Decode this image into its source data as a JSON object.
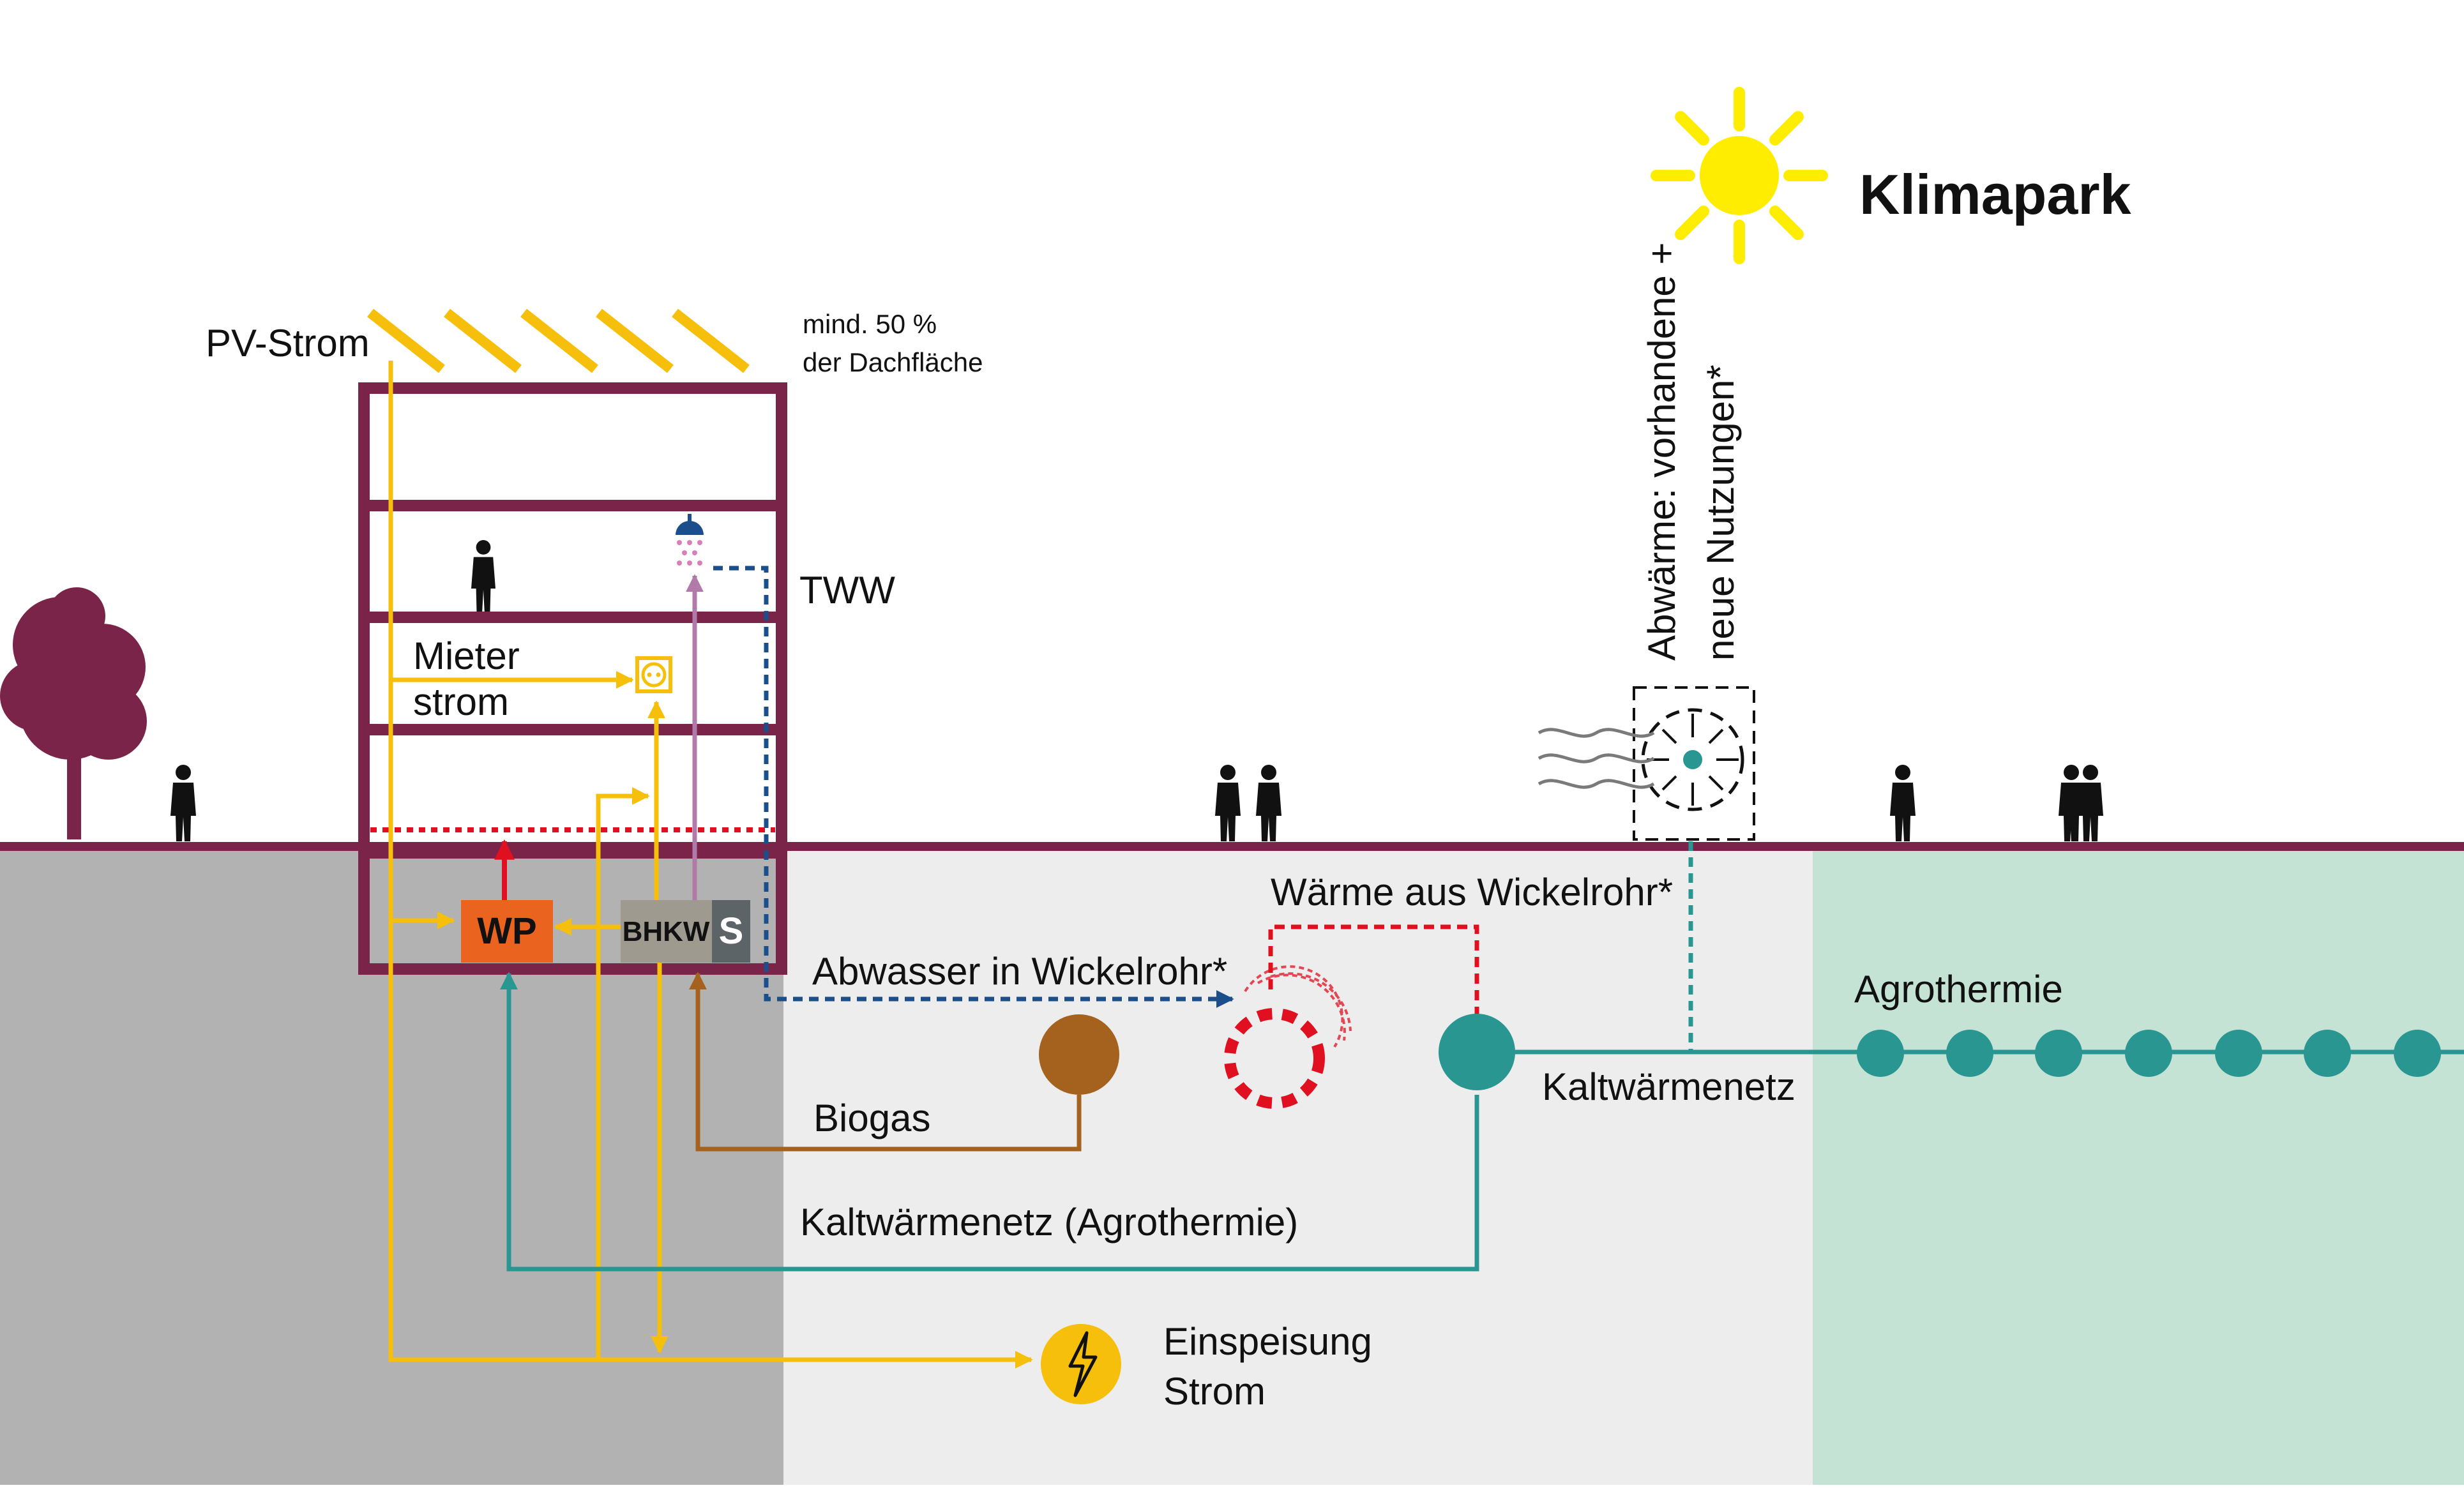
{
  "title": "Klimapark",
  "labels": {
    "pv_strom": "PV-Strom",
    "roof_note_1": "mind. 50 %",
    "roof_note_2": "der Dachfläche",
    "tww": "TWW",
    "mieter_1": "Mieter",
    "mieter_2": "strom",
    "abwaerme_1": "Abwärme: vorhandene +",
    "abwaerme_2": "neue Nutzungen*",
    "waerme_wickelrohr": "Wärme aus Wickelrohr*",
    "abwasser_wickelrohr": "Abwasser in Wickelrohr*",
    "biogas": "Biogas",
    "kaltwaermenetz": "Kaltwärmenetz",
    "kaltwaermenetz_agro": "Kaltwärmenetz (Agrothermie)",
    "agrothermie": "Agrothermie",
    "einspeisung_1": "Einspeisung",
    "einspeisung_2": "Strom",
    "wp": "WP",
    "bhkw": "BHKW",
    "s": "S"
  },
  "colors": {
    "building": "#7b2449",
    "strom": "#f6bf0b",
    "cold_grid": "#2a9691",
    "biogas": "#a4621e",
    "heat": "#e01020",
    "abwasser": "#1a4f8c",
    "tww": "#b27aa8",
    "wp_box": "#ea6420",
    "bhkw_box": "#9e9a90",
    "s_box": "#5d6468",
    "ground_building": "#b2b2b2",
    "ground_mid": "#ededed",
    "ground_agro": "#c5e3d5",
    "sun": "#ffed00"
  },
  "icons": [
    "sun-icon",
    "solar-panel-icon",
    "tree-icon",
    "person-icon",
    "shower-icon",
    "socket-icon",
    "lightning-icon",
    "fan-icon",
    "waste-heat-waves-icon",
    "coil-pipe-icon",
    "biogas-tank-icon"
  ]
}
